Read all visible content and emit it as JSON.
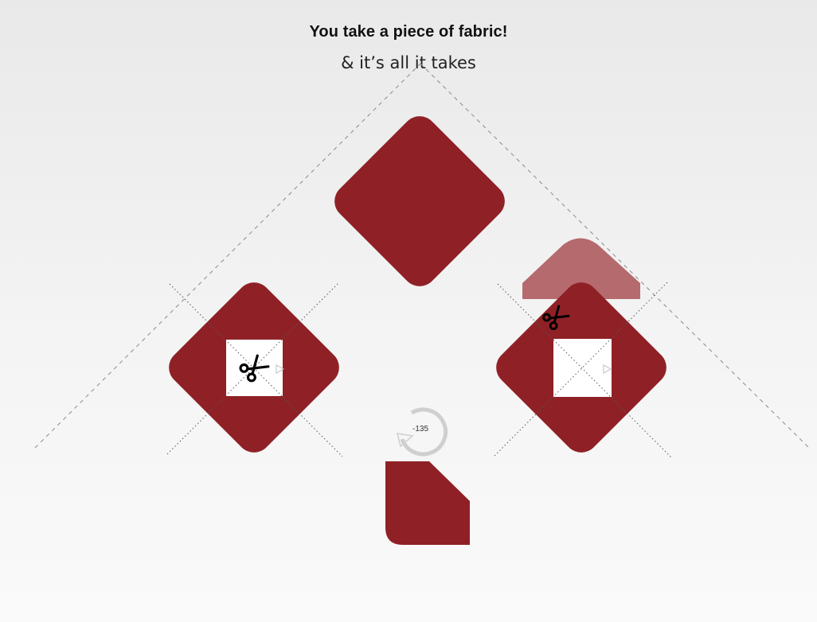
{
  "header": {
    "title": "You take a piece of fabric!",
    "subtitle": "& it’s all it takes"
  },
  "rotation_indicator": {
    "label": "-135"
  },
  "colors": {
    "fabric": "#8f2126",
    "fabric_ghost": "#b56a6d",
    "cut_window": "#ffffff",
    "guide_line": "#8a8a8a",
    "rotate_arrow": "#cfcfcf",
    "text": "#111111"
  },
  "icons": {
    "cut_tool": "scissors-icon",
    "play_marker": "play-triangle-icon",
    "rotate": "rotate-ccw-icon"
  }
}
